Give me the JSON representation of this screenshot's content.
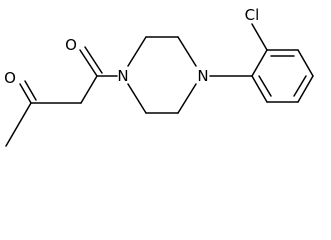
{
  "molecule": {
    "atoms": {
      "o1": "O",
      "o2": "O",
      "n1": "N",
      "n2": "N",
      "cl": "Cl"
    }
  }
}
